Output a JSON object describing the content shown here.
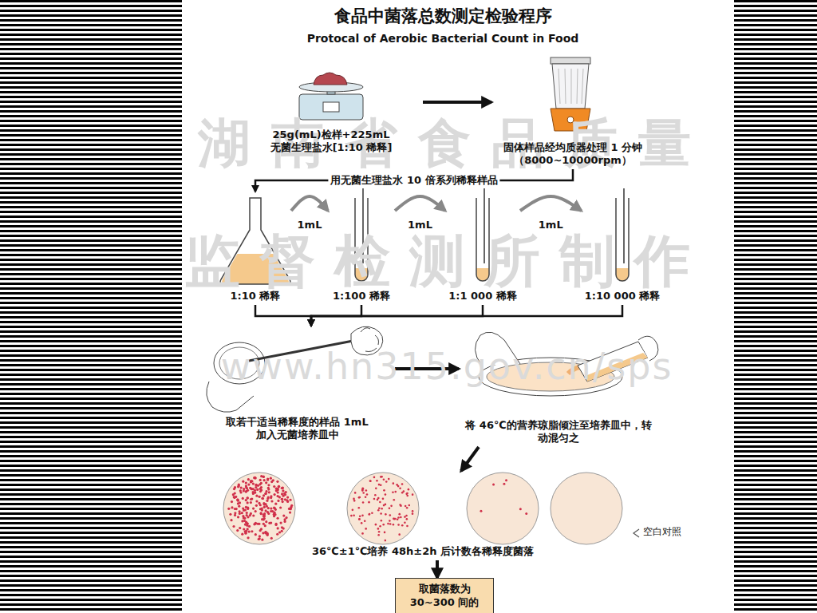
{
  "diagram": {
    "title": "食品中菌落总数测定检验程序",
    "nodes": [
      {
        "text": [
          "25g(mL)检样+225mL 无菌生理盐水[1:10 稀释]"
        ]
      },
      {
        "text": [
          "固体样品经均质器处理 1 分钟 （8000~10000rpm）"
        ]
      },
      {
        "text": [
          "1:10 稀释"
        ]
      },
      {
        "text": [
          "1:100 稀释"
        ]
      },
      {
        "text": [
          "1:1 000 稀释"
        ]
      },
      {
        "text": [
          "1:10 000 稀释"
        ]
      },
      {
        "text": [
          "取若干适当稀释度的样品 1mL 加入无菌培养皿中"
        ]
      },
      {
        "text": [
          "将 46℃的营养琼脂倾注至培养皿中，转动混匀之"
        ]
      },
      {
        "text": [
          "36℃±1℃培养 48h±2h 后计数各稀释度菌落"
        ]
      },
      {
        "text": [
          "取菌落数为 30~300 间的"
        ]
      }
    ],
    "edges": [
      {
        "from": 0,
        "to": 1,
        "arrow": "to"
      },
      {
        "from": 1,
        "to": 2,
        "label": "用无菌生理盐水 10 倍系列稀释样品",
        "arrow": "to"
      },
      {
        "from": 2,
        "to": 3,
        "label": "1mL",
        "arrow": "to"
      },
      {
        "from": 3,
        "to": 4,
        "label": "1mL",
        "arrow": "to"
      },
      {
        "from": 4,
        "to": 5,
        "label": "1mL",
        "arrow": "to"
      },
      {
        "from": 2,
        "to": 6,
        "arrow": "to"
      },
      {
        "from": 3,
        "to": 6,
        "arrow": "to"
      },
      {
        "from": 4,
        "to": 6,
        "arrow": "to"
      },
      {
        "from": 5,
        "to": 6,
        "arrow": "to"
      },
      {
        "from": 6,
        "to": 7,
        "arrow": "to"
      },
      {
        "from": 7,
        "to": 8,
        "arrow": "to"
      },
      {
        "from": 8,
        "to": 9,
        "arrow": "to"
      }
    ],
    "labels": [
      "Protocal of Aerobic Bacterial Count in Food",
      "湖南省食品质量",
      "监督检测所制作",
      "www.hn315.gov.cn/sps",
      "空白对照"
    ]
  }
}
